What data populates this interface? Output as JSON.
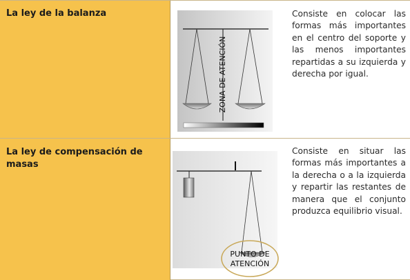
{
  "rows": [
    {
      "title": "La ley de la balanza",
      "description": "Consiste en colocar las formas más importantes en el centro del soporte y las menos importantes repartidas a su izquierda y derecha por igual.",
      "figure_label": "ZONA DE ATENCIÓN"
    },
    {
      "title": "La ley de compensación de masas",
      "description": "Consiste en situar las formas más importantes a la derecha o a la izquierda y repartir las restantes de manera que el conjunto produzca equilibrio visual.",
      "figure_label_line1": "PUNTO DE",
      "figure_label_line2": "ATENCIÓN"
    }
  ],
  "colors": {
    "header_cell": "#f6c24c",
    "border": "#c8b58a",
    "label_circle": "#c9a95a"
  }
}
